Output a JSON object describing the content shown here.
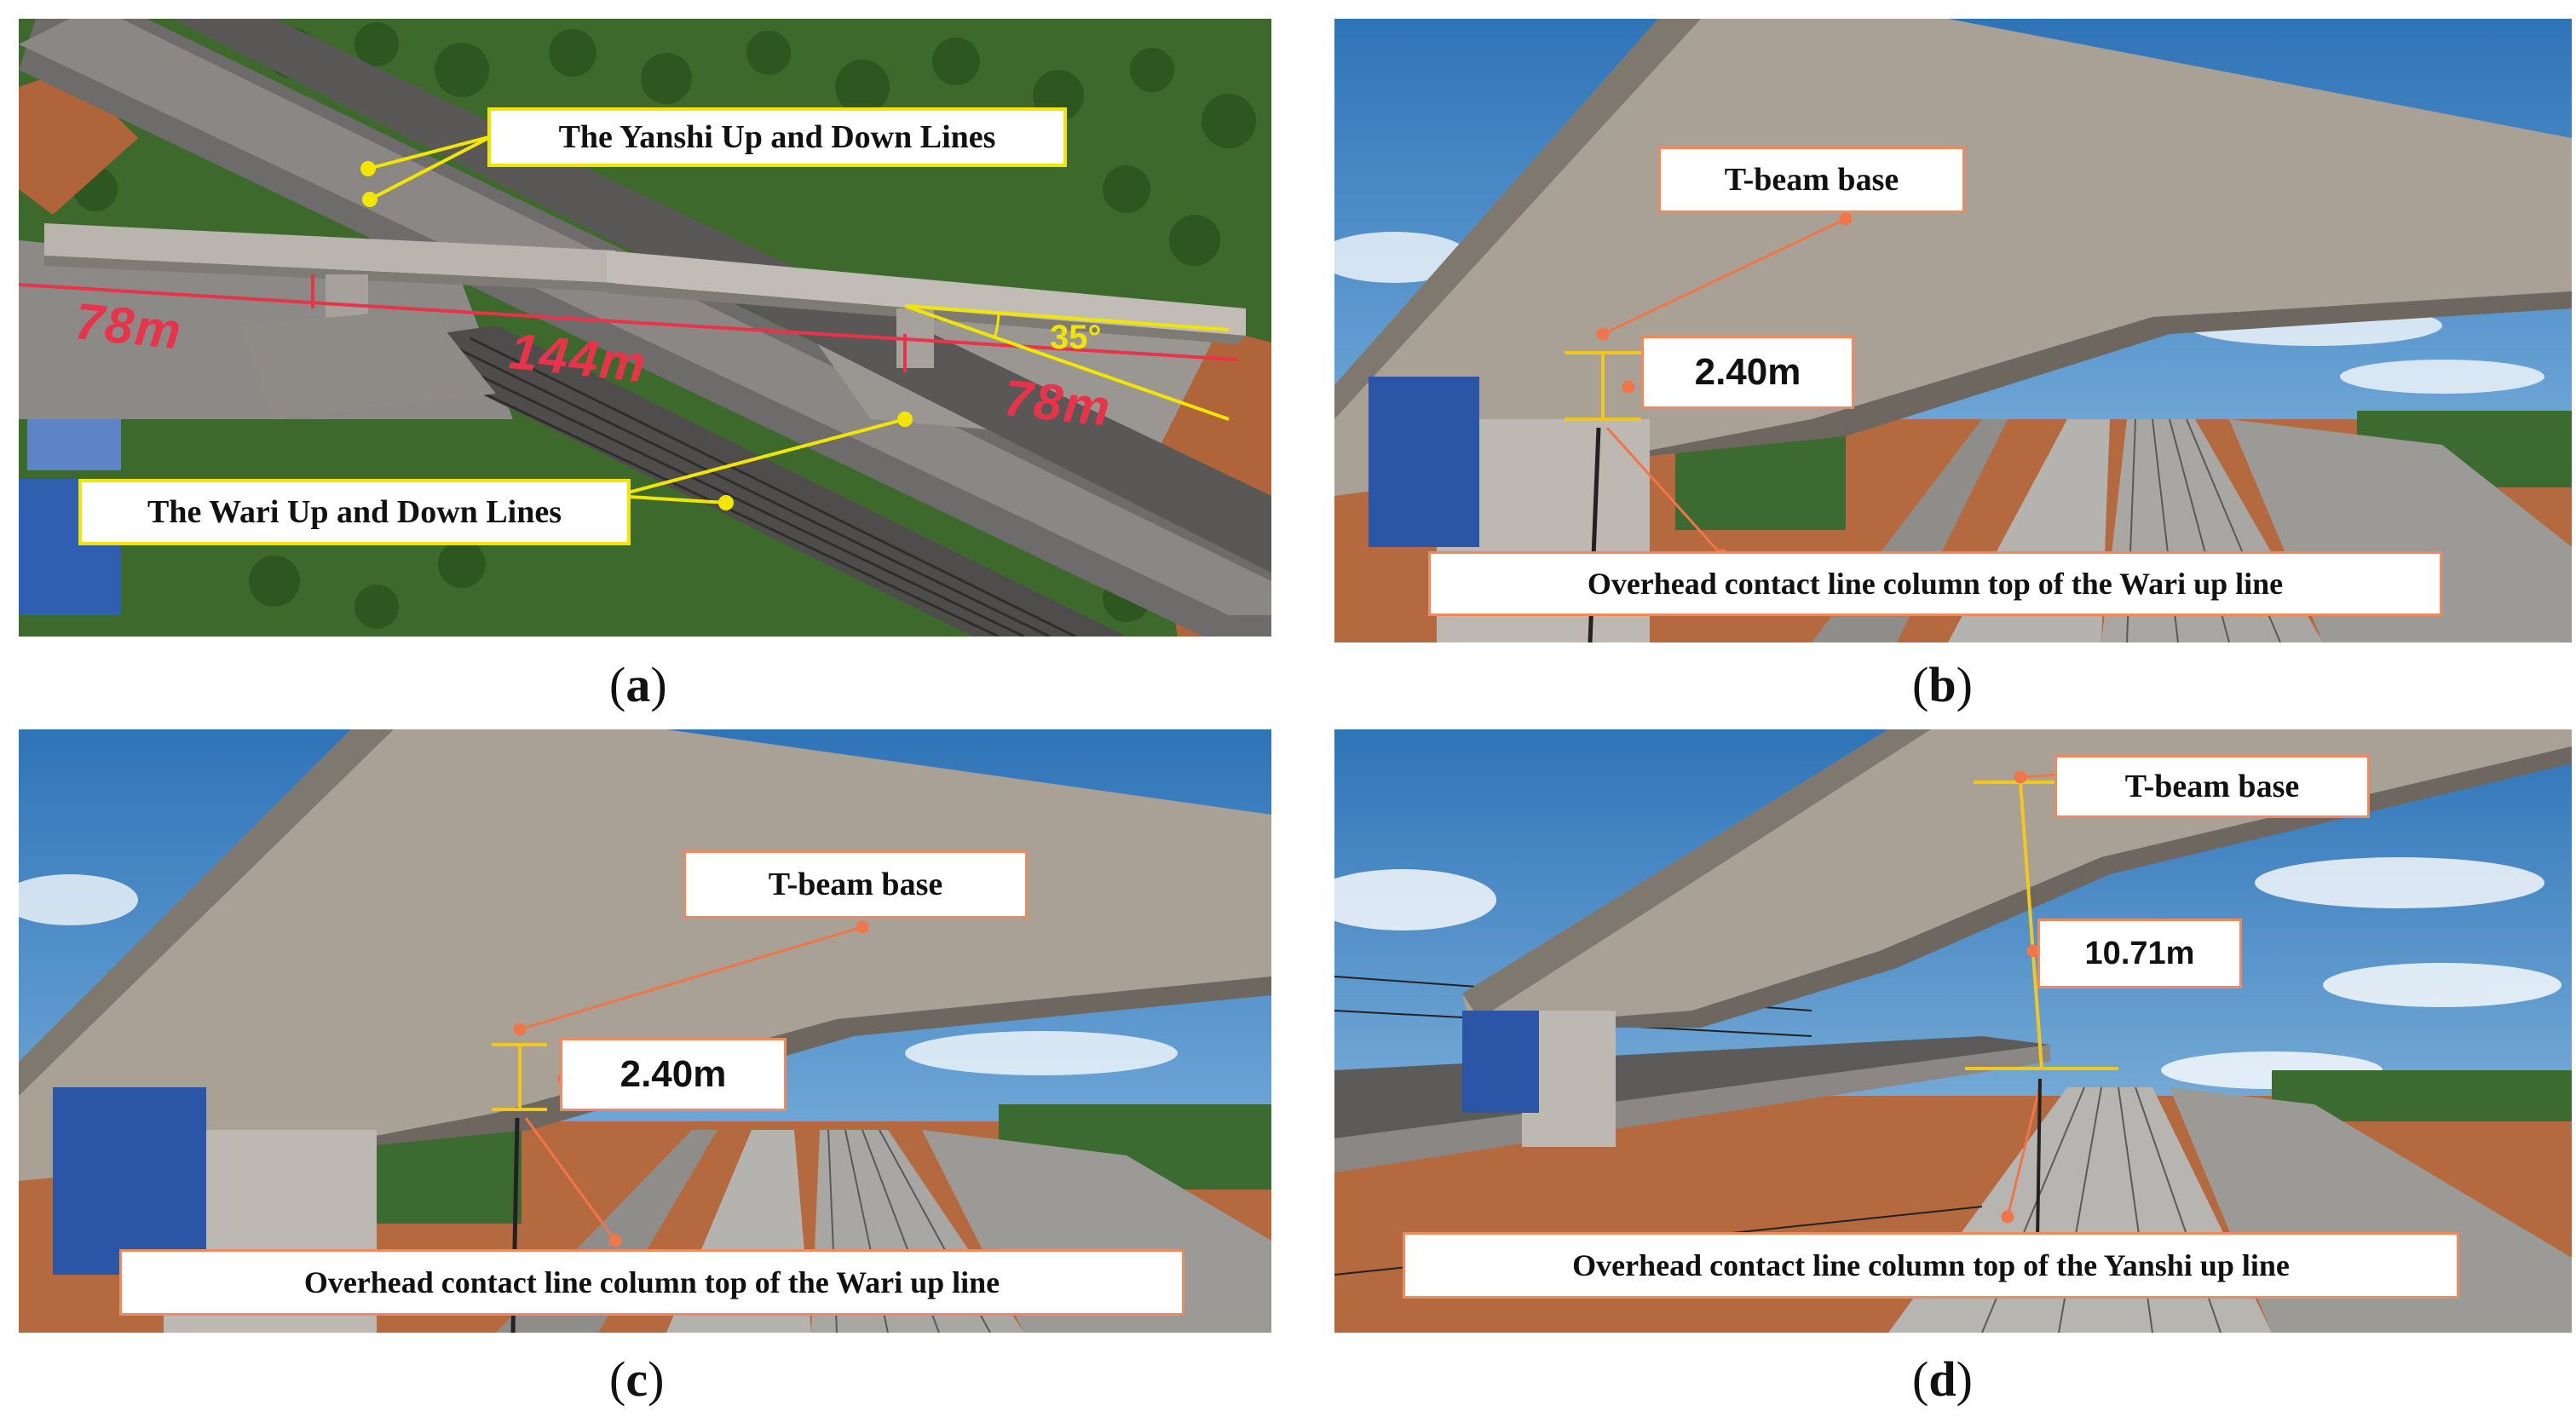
{
  "panels": {
    "a": {
      "caption_letter": "a",
      "label_yanshi": "The Yanshi Up and Down Lines",
      "label_wari": "The Wari Up and Down Lines",
      "dist_left": "78m",
      "dist_mid": "144m",
      "dist_right": "78m",
      "angle": "35°"
    },
    "b": {
      "caption_letter": "b",
      "label_beam": "T-beam base",
      "measurement": "2.40m",
      "label_column": "Overhead contact line column top of the Wari up line"
    },
    "c": {
      "caption_letter": "c",
      "label_beam": "T-beam base",
      "measurement": "2.40m",
      "label_column": "Overhead contact line column top of the Wari up line"
    },
    "d": {
      "caption_letter": "d",
      "label_beam": "T-beam base",
      "measurement": "10.71m",
      "label_column": "Overhead contact line column top of the Yanshi up line"
    }
  },
  "colors": {
    "sky": "#3f86c8",
    "concrete": "#a9a196",
    "grass": "#3d6a2c",
    "soil": "#b0643a",
    "measure_yellow": "#f2d21b",
    "pointer_orange": "#f0764a",
    "dimension_red": "#e8334a"
  }
}
